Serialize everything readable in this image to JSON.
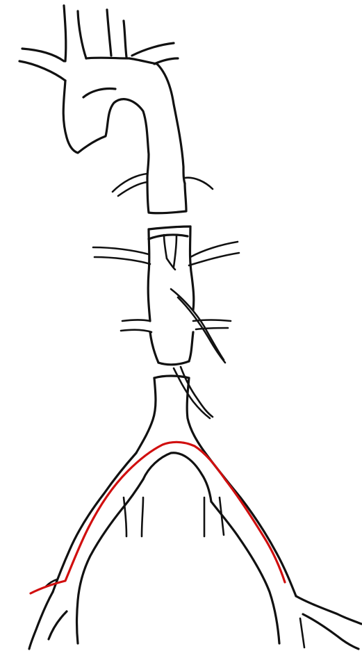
{
  "diagram": {
    "kind": "aorta-line-drawing",
    "line_color": "#111111",
    "highlight_color": "#d10f0f",
    "background": "#ffffff",
    "regions": [
      "aortic-arch",
      "descending-thoracic-aorta",
      "abdominal-aorta",
      "iliac-bifurcation"
    ],
    "highlighted_path": "aorta-to-right-iliac-femoral-catheter-route"
  }
}
